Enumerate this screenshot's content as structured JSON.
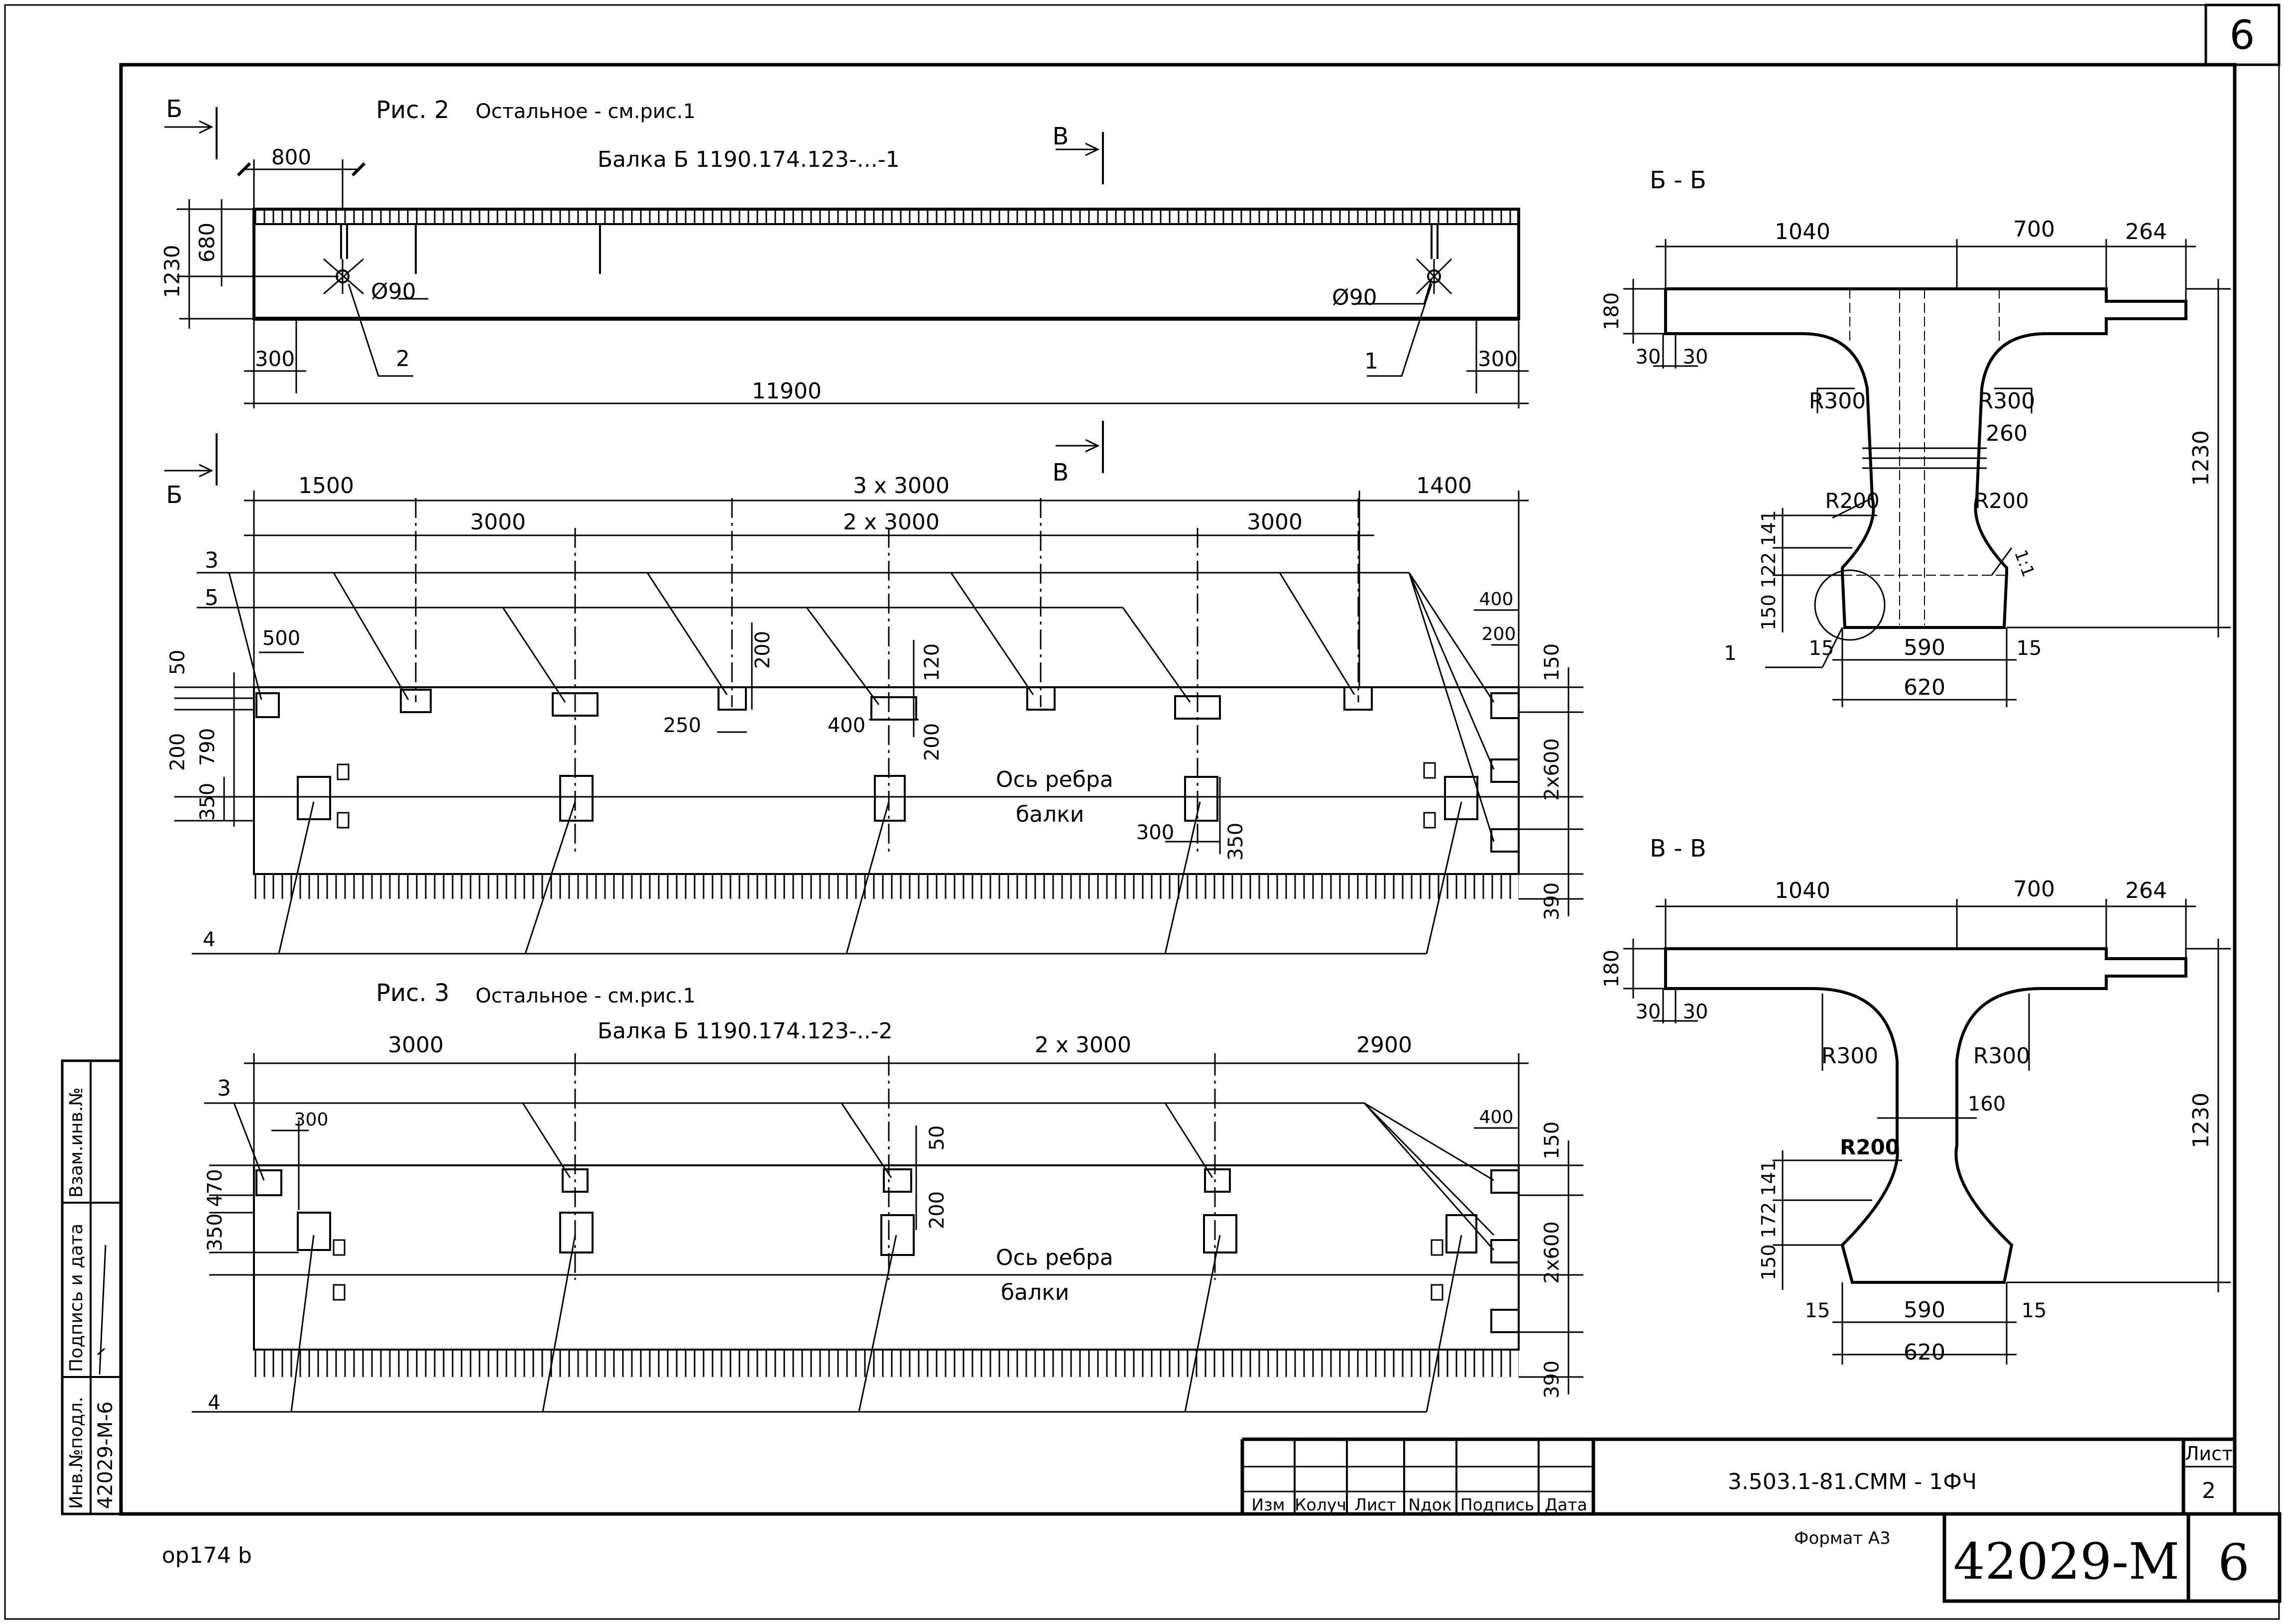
{
  "sheet": {
    "corner_number": "6",
    "doc_code": "3.503.1-81.СММ  -  1ФЧ",
    "list_label": "Лист",
    "list_number": "2",
    "format_label": "Формат А3",
    "inventory_code": "42029-М",
    "big_sheet_number": "6",
    "bottom_note": "ор174  b",
    "title_cols": [
      "Изм",
      "Колуч",
      "Лист",
      "Nдок",
      "Подпись",
      "Дата"
    ]
  },
  "side_stamp": {
    "vzam_inv": "Взам.инв.№",
    "podpis_data": "Подпись и дата",
    "inv_podl": "Инв.№подл.",
    "inv_value": "42029-М-6"
  },
  "fig2": {
    "caption": "Рис. 2",
    "note": "Остальное  - см.рис.1",
    "beam": "Балка Б  1190.174.123-...-1",
    "section_b": "Б",
    "section_v": "В",
    "top": {
      "dim_800": "800",
      "dim_680": "680",
      "dim_1230": "1230",
      "hole_left": "Ø90",
      "hole_right": "Ø90",
      "dim_300_left": "300",
      "dim_300_right": "300",
      "leader_2": "2",
      "leader_1": "1",
      "dim_11900": "11900"
    },
    "plan": {
      "dim_1500": "1500",
      "dim_3x3000": "3 х 3000",
      "dim_1400": "1400",
      "dim_3000_left": "3000",
      "dim_2x3000": "2 х 3000",
      "dim_3000_right": "3000",
      "leader_3": "3",
      "leader_5": "5",
      "leader_4": "4",
      "dim_500": "500",
      "dim_50": "50",
      "dim_200_a": "200",
      "dim_790": "790",
      "dim_350_a": "350",
      "dim_200_b": "200",
      "dim_250": "250",
      "dim_120": "120",
      "dim_400_a": "400",
      "dim_200_c": "200",
      "axis_1": "Ось  ребра",
      "axis_2": "балки",
      "dim_300": "300",
      "dim_350_b": "350",
      "dim_400_r": "400",
      "dim_200_r": "200",
      "dim_150": "150",
      "dim_2x600": "2х600",
      "dim_390": "390"
    }
  },
  "fig3": {
    "caption": "Рис. 3",
    "note": "Остальное  - см.рис.1",
    "beam": "Балка Б  1190.174.123-..-2",
    "dim_3000": "3000",
    "dim_2x3000": "2 х 3000",
    "dim_2900": "2900",
    "leader_3": "3",
    "dim_300": "300",
    "dim_350_470": "350  470",
    "dim_50": "50",
    "dim_200": "200",
    "axis_1": "Ось  ребра",
    "axis_2": "балки",
    "dim_400": "400",
    "dim_150": "150",
    "dim_2x600": "2х600",
    "leader_4": "4",
    "dim_390": "390"
  },
  "section_bb": {
    "title": "Б  -  Б",
    "dim_1040": "1040",
    "dim_700": "700",
    "dim_264": "264",
    "dim_180": "180",
    "dim_30a": "30",
    "dim_30b": "30",
    "r300_left": "R300",
    "r300_right": "R300",
    "dim_260": "260",
    "r200_left": "R200",
    "r200_right": "R200",
    "mark_1_1": "1:1",
    "dim_141_122_150": "150 122 141",
    "dim_1230": "1230",
    "dim_15_left": "15",
    "dim_590": "590",
    "dim_15_right": "15",
    "dim_620": "620",
    "leader_1": "1"
  },
  "section_vv": {
    "title": "В  -  В",
    "dim_1040": "1040",
    "dim_700": "700",
    "dim_264": "264",
    "dim_180": "180",
    "dim_30a": "30",
    "dim_30b": "30",
    "r300_left": "R300",
    "r300_right": "R300",
    "dim_160": "160",
    "r200": "R200",
    "dim_141_172_150": "150 172 141",
    "dim_1230": "1230",
    "dim_15_left": "15",
    "dim_590": "590",
    "dim_15_right": "15",
    "dim_620": "620"
  },
  "colors": {
    "ink": "#000000",
    "paper": "#ffffff"
  }
}
